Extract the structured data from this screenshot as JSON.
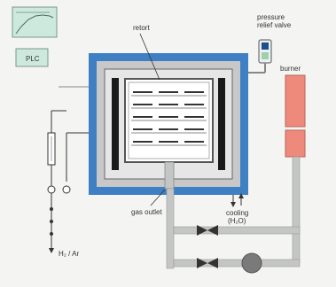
{
  "labels": {
    "plc": "PLC",
    "retort": "retort",
    "pressure_line1": "pressure",
    "pressure_line2": "relief valve",
    "burner": "burner",
    "gas_outlet": "gas outlet",
    "cooling_line1": "cooling",
    "cooling_line2": "(H₂O)",
    "gas_inlet": "H₂ / Ar"
  },
  "colors": {
    "outer_shell": "#3f7fc4",
    "insulation": "#c8c8c8",
    "retort": "#555555",
    "heater": "#1a1a1a",
    "burner": "#ee8a7c",
    "piping": "#c4c6c6",
    "monitor": "#cde8dc"
  },
  "retort_tray_count": 5,
  "icons": [
    "plc-monitor-icon",
    "pressure-gauge-icon",
    "valve-icon",
    "pump-icon",
    "flow-meter-icon"
  ]
}
